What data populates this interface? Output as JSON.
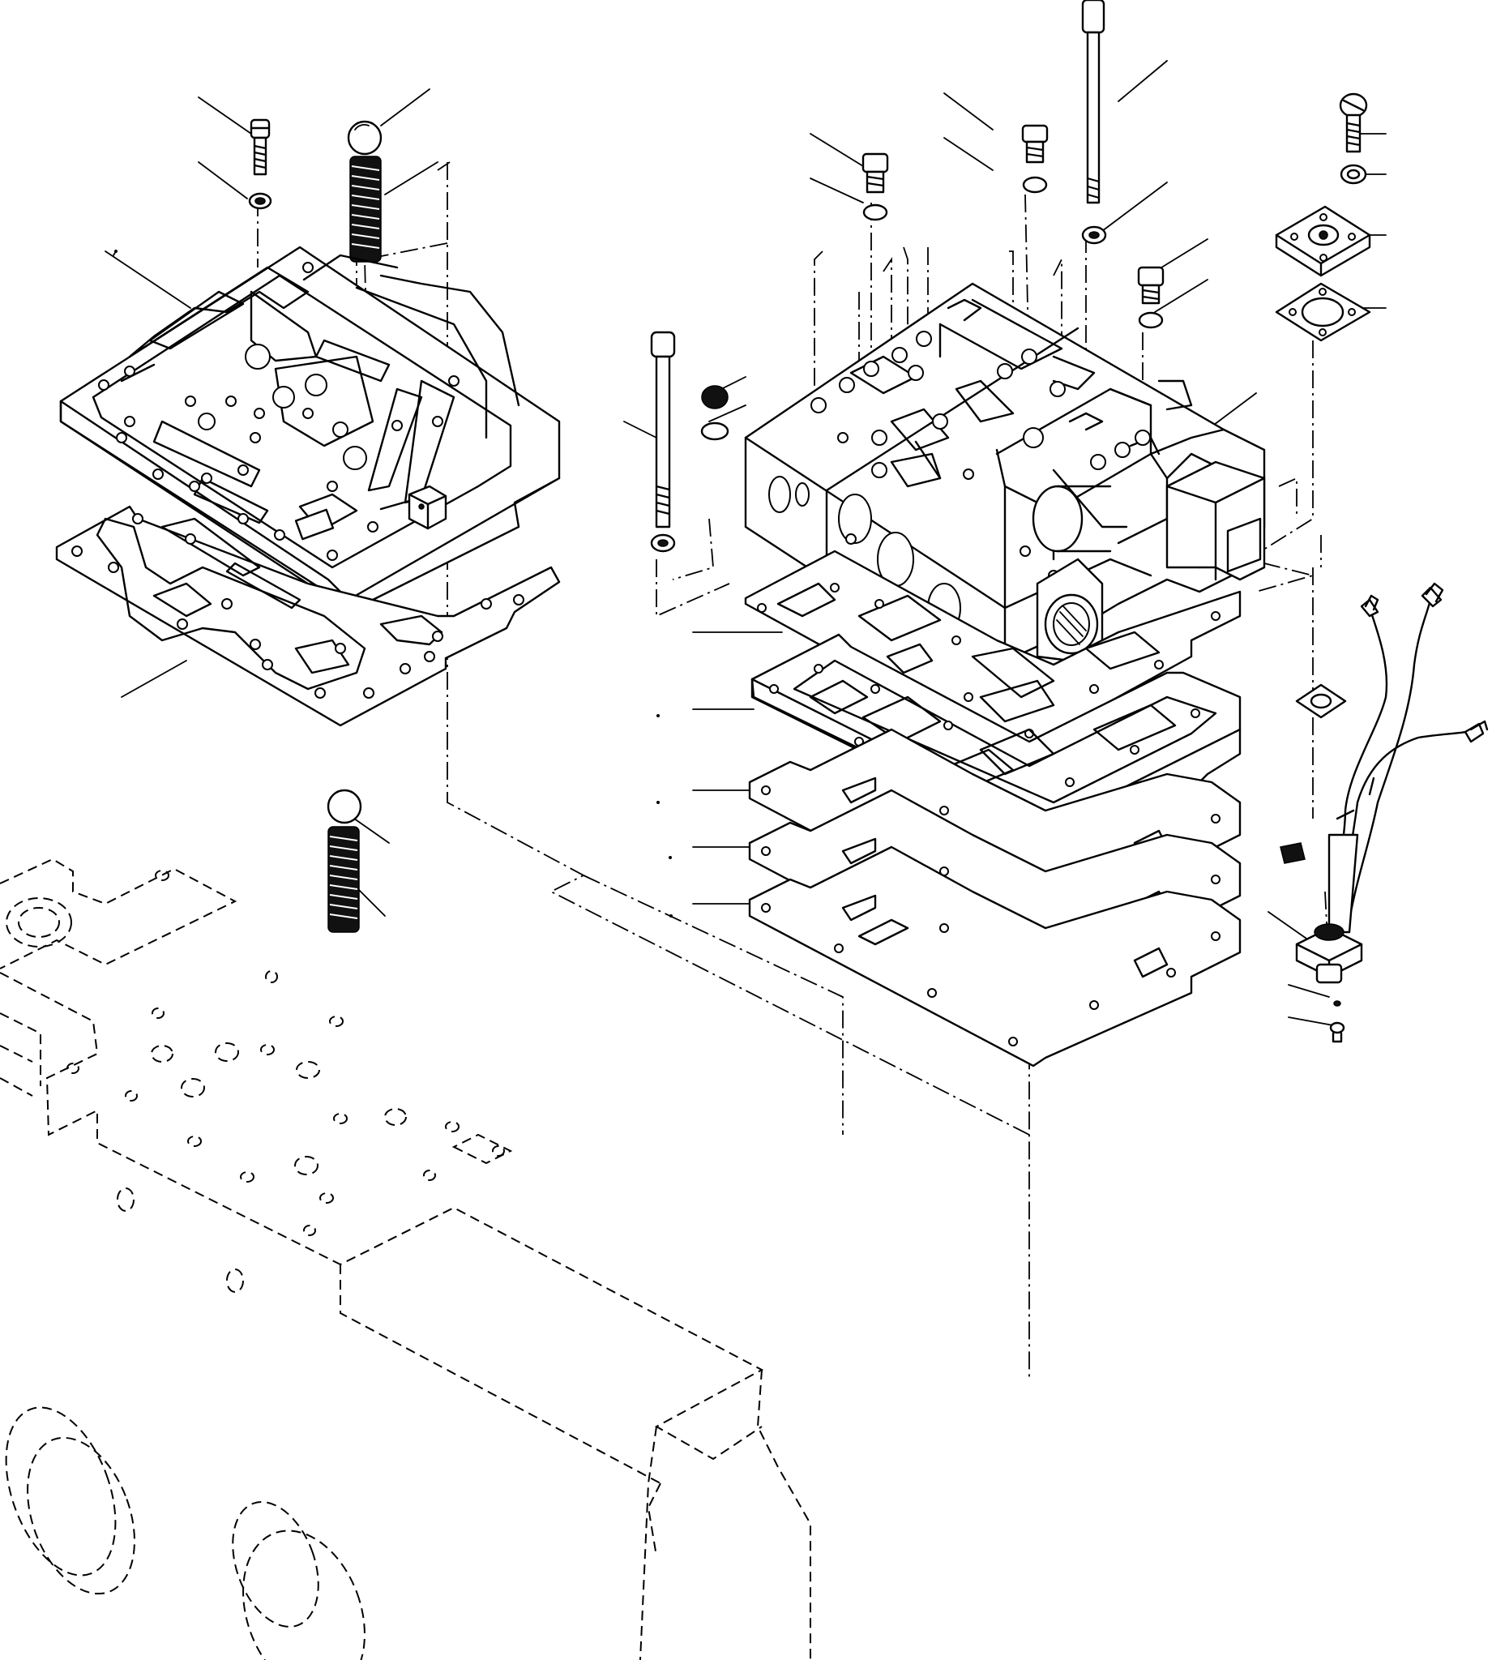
{
  "diagram": {
    "colors": {
      "ink": "#000000",
      "paper": "#ffffff"
    },
    "parts": [
      "cap-screw-left",
      "washer-left",
      "ball-upper",
      "spring-upper",
      "upper-valve-plate",
      "upper-gasket",
      "ball-lower",
      "spring-lower",
      "long-bolt-center",
      "long-bolt-right",
      "plugs-and-o-rings",
      "control-valve-body",
      "valve-body-gasket",
      "separator-plate",
      "lower-gaskets",
      "cover-screw",
      "cover-washer",
      "solenoid-cover",
      "cover-gasket",
      "solenoid-harness",
      "connector-gasket",
      "transmission-case"
    ]
  }
}
